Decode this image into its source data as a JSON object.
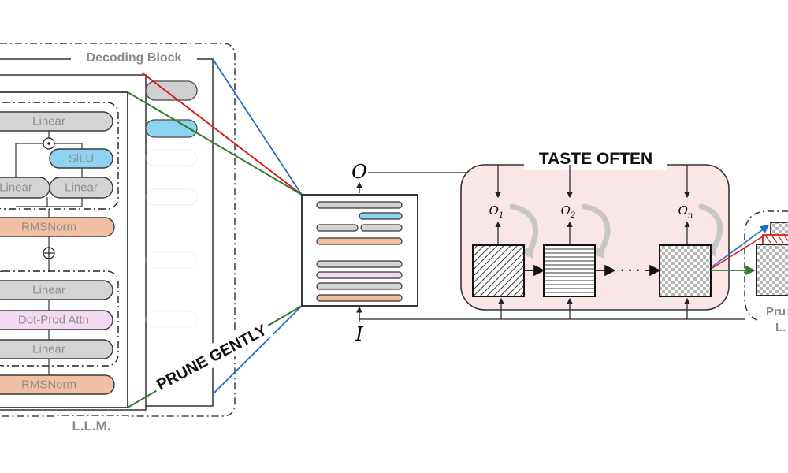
{
  "llm_panel": {
    "block_title": "Decoding Block",
    "llm_label": "L.L.M.",
    "mlp_layers": {
      "linear_top": "Linear",
      "silu": "SiLU",
      "linear_left": "Linear",
      "linear_right": "Linear",
      "gate_symbol": "⊙"
    },
    "norm_upper": "RMSNorm",
    "residual_symbol": "⊕",
    "attn_layers": {
      "linear_top": "Linear",
      "dot_prod": "Dot-Prod Attn",
      "linear_bottom": "Linear"
    },
    "norm_lower": "RMSNorm"
  },
  "prune_label": "PRUNE GENTLY",
  "zoom_block": {
    "input_label": "I",
    "output_label": "O"
  },
  "taste_panel": {
    "title": "TASTE OFTEN",
    "outputs": [
      "O",
      "O",
      "O"
    ],
    "output_subscripts": [
      "1",
      "2",
      "n"
    ],
    "ellipsis": "· · ·"
  },
  "result_panel": {
    "label_line1": "Pru",
    "label_line2": "L."
  },
  "colors": {
    "linear": "#d4d4d4",
    "silu": "#8fd3f2",
    "norm": "#f2bfa2",
    "attn": "#f3d9f3",
    "red": "#d41f1f",
    "blue": "#1f6ec0",
    "green": "#2e7d2e",
    "taste_bg": "#fae6e6"
  }
}
